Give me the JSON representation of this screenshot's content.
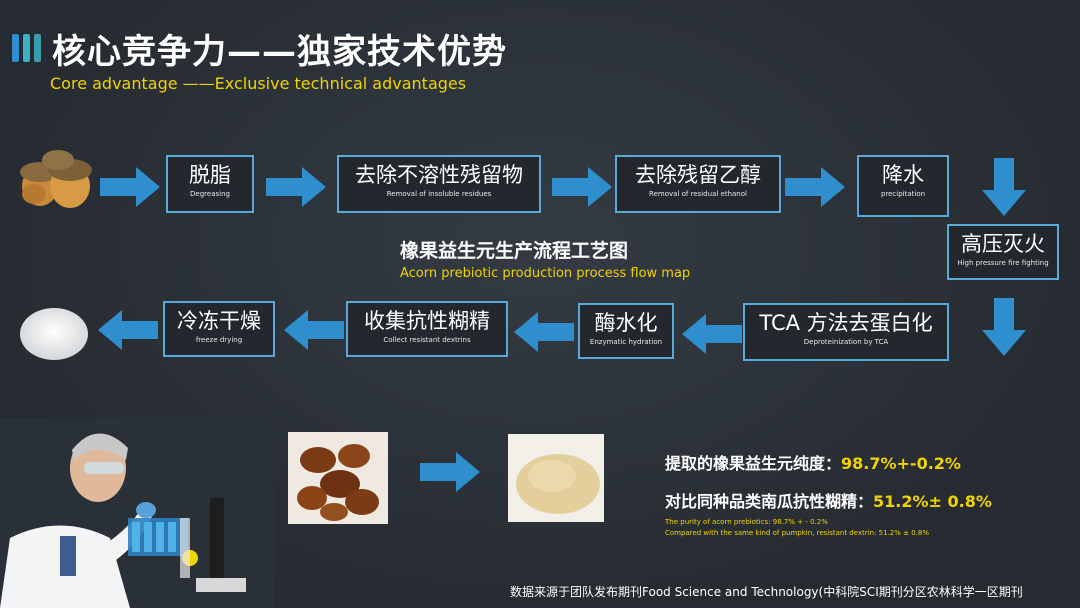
{
  "header": {
    "title": "核心竞争力——独家技术优势",
    "subtitle": "Core advantage ——Exclusive technical advantages"
  },
  "accent": {
    "blue": "#2f8fce",
    "teal": "#38b3c4",
    "yellow": "#f0d400",
    "box_border": "#5aa9d8"
  },
  "flow": {
    "title_cn": "橡果益生元生产流程工艺图",
    "title_en": "Acorn prebiotic production process flow map",
    "steps": [
      {
        "cn": "脱脂",
        "en": "Degreasing"
      },
      {
        "cn": "去除不溶性残留物",
        "en": "Removal of insoluble residues"
      },
      {
        "cn": "去除残留乙醇",
        "en": "Removal of residual ethanol"
      },
      {
        "cn": "降水",
        "en": "precipitation"
      },
      {
        "cn": "高压灭火",
        "en": "High pressure fire fighting"
      },
      {
        "cn": "TCA 方法去蛋白化",
        "en": "Deproteinization by TCA"
      },
      {
        "cn": "酶水化",
        "en": "Enzymatic hydration"
      },
      {
        "cn": "收集抗性糊精",
        "en": "Collect resistant dextrins"
      },
      {
        "cn": "冷冻干燥",
        "en": "freeze drying"
      }
    ]
  },
  "results": {
    "purity_label": "提取的橡果益生元纯度：",
    "purity_value": "98.7%+-0.2%",
    "compare_label": "对比同种品类南瓜抗性糊精：",
    "compare_value": "51.2%± 0.8%",
    "note_1": "The purity of acorn prebiotics: 98.7% + - 0.2%",
    "note_2": "Compared with the same kind of pumpkin, resistant dextrin: 51.2% ± 0.8%"
  },
  "source": "数据来源于团队发布期刊Food Science and Technology(中科院SCI期刊分区农林科学一区期刊"
}
